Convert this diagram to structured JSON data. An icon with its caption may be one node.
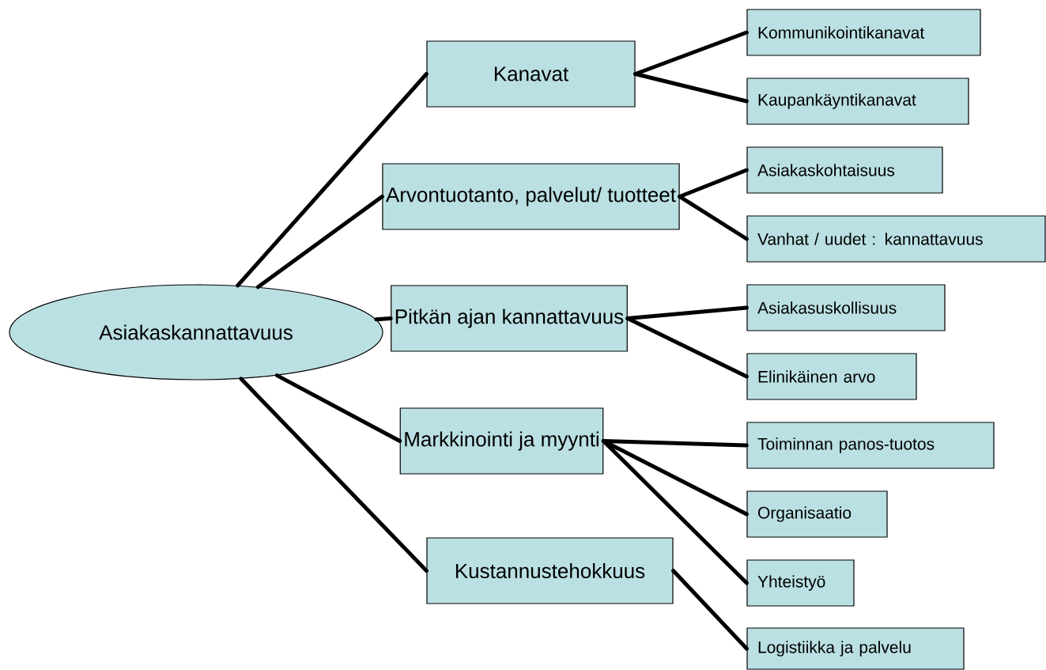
{
  "diagram": {
    "nodes": [
      {
        "text": [
          "Asiakaskannattavuus"
        ]
      },
      {
        "text": [
          "Kanavat"
        ]
      },
      {
        "text": [
          "Arvontuotanto, palvelut/ tuotteet"
        ]
      },
      {
        "text": [
          "Pitkän ajan kannattavuus"
        ]
      },
      {
        "text": [
          "Markkinointi ja myynti"
        ]
      },
      {
        "text": [
          "Kustannustehokkuus"
        ]
      },
      {
        "text": [
          "Kommunikointikanavat"
        ]
      },
      {
        "text": [
          "Kaupankäyntikanavat"
        ]
      },
      {
        "text": [
          "Asiakaskohtaisuus"
        ]
      },
      {
        "text": [
          "Vanhat / uudet : kannattavuus"
        ]
      },
      {
        "text": [
          "Asiakasuskollisuus"
        ]
      },
      {
        "text": [
          "Elinikäinen arvo"
        ]
      },
      {
        "text": [
          "Toiminnan panos-tuotos"
        ]
      },
      {
        "text": [
          "Organisaatio"
        ]
      },
      {
        "text": [
          "Yhteistyö"
        ]
      },
      {
        "text": [
          "Logistiikka ja palvelu"
        ]
      }
    ],
    "edges": [
      {
        "from": 0,
        "to": 1,
        "arrow": "none"
      },
      {
        "from": 0,
        "to": 2,
        "arrow": "none"
      },
      {
        "from": 0,
        "to": 3,
        "arrow": "none"
      },
      {
        "from": 0,
        "to": 4,
        "arrow": "none"
      },
      {
        "from": 0,
        "to": 5,
        "arrow": "none"
      },
      {
        "from": 1,
        "to": 6,
        "arrow": "none"
      },
      {
        "from": 1,
        "to": 7,
        "arrow": "none"
      },
      {
        "from": 2,
        "to": 8,
        "arrow": "none"
      },
      {
        "from": 2,
        "to": 9,
        "arrow": "none"
      },
      {
        "from": 3,
        "to": 10,
        "arrow": "none"
      },
      {
        "from": 3,
        "to": 11,
        "arrow": "none"
      },
      {
        "from": 4,
        "to": 12,
        "arrow": "none"
      },
      {
        "from": 4,
        "to": 13,
        "arrow": "none"
      },
      {
        "from": 4,
        "to": 14,
        "arrow": "none"
      },
      {
        "from": 5,
        "to": 15,
        "arrow": "none"
      }
    ]
  }
}
